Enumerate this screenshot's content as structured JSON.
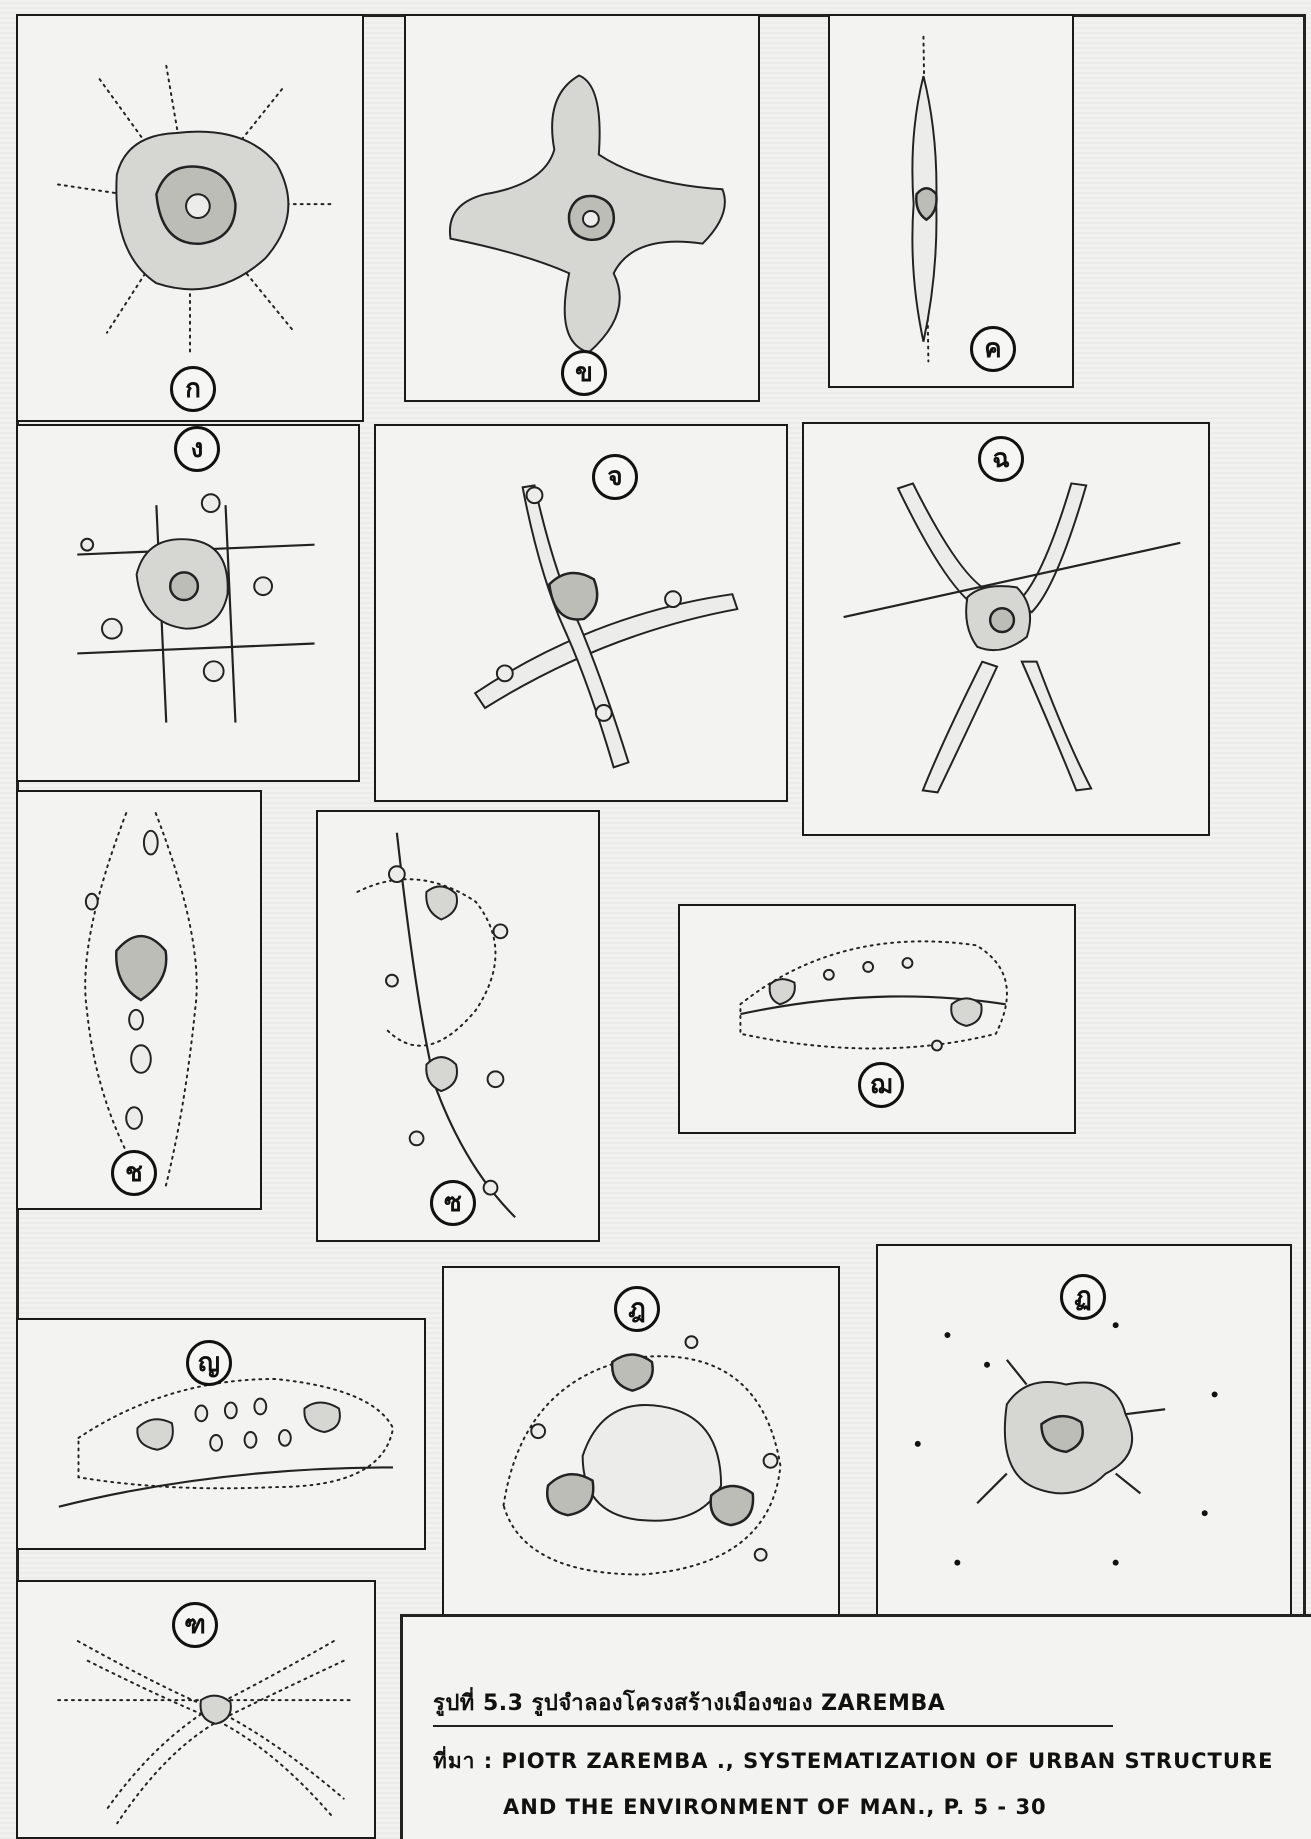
{
  "panels": {
    "ko": "ก",
    "kho": "ข",
    "kho_khwai": "ค",
    "ngo": "ง",
    "cho": "จ",
    "no": "ฉ",
    "cho_chang": "ช",
    "so": "ซ",
    "cho_choe": "ฌ",
    "yo": "ญ",
    "dho": "ฎ",
    "to": "ฏ",
    "tho": "ฑ"
  },
  "caption": {
    "title": "รูปที่ 5.3   รูปจำลองโครงสร้างเมืองของ ZAREMBA",
    "source_line1": "ที่มา : PIOTR ZAREMBA ., SYSTEMATIZATION OF URBAN STRUCTURE",
    "source_line2": "AND THE ENVIRONMENT OF MAN., P. 5 - 30"
  }
}
